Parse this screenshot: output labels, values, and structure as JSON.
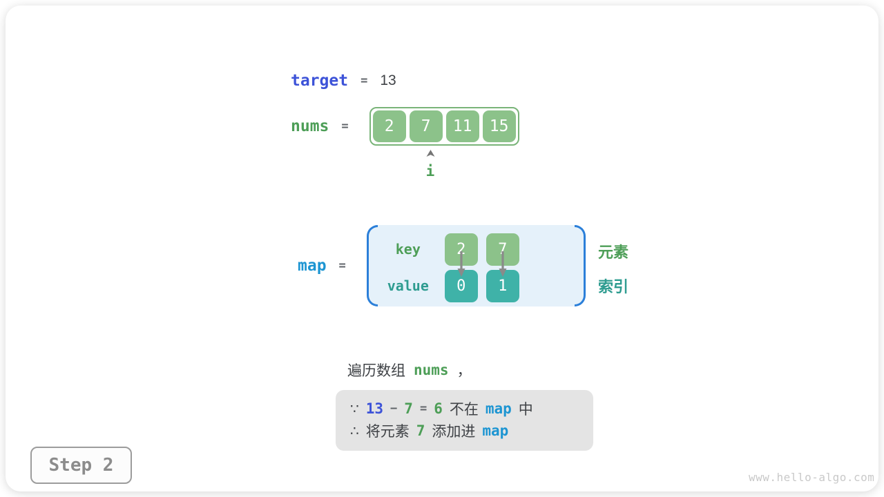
{
  "colors": {
    "ink": "#3f4246",
    "muted": "#5f6368",
    "keyword_blue": "#3d53d8",
    "code_blue": "#1d95d2",
    "code_green": "#4d9e57",
    "code_teal": "#2e9c90",
    "box_green": "#8cc28a",
    "box_green_border": "#79b478",
    "box_teal": "#3fb2a8",
    "map_bg": "#e5f1fa",
    "bracket_blue": "#2b7fd9",
    "note_bg": "#e4e4e4",
    "arrow_gray": "#8a8a8a",
    "caret_gray": "#757575",
    "step_gray": "#8c8c8c",
    "step_border": "#9c9c9c",
    "watermark_gray": "#c9c9c9"
  },
  "target": {
    "label": "target",
    "equals": "=",
    "value": "13"
  },
  "nums": {
    "label": "nums",
    "equals": "=",
    "items": [
      "2",
      "7",
      "11",
      "15"
    ],
    "pointer_label": "i"
  },
  "map": {
    "label": "map",
    "equals": "=",
    "key_label": "key",
    "value_label": "value",
    "entries": [
      {
        "key": "2",
        "value": "0"
      },
      {
        "key": "7",
        "value": "1"
      }
    ],
    "element_label": "元素",
    "index_label": "索引"
  },
  "caption": {
    "text_before": "遍历数组",
    "code": "nums",
    "text_after": "，"
  },
  "note": {
    "line1": {
      "because": "∵",
      "n1": "13",
      "minus": "−",
      "n2": "7",
      "eq": "=",
      "n3": "6",
      "t1": "不在",
      "code": "map",
      "t2": "中"
    },
    "line2": {
      "therefore": "∴",
      "t1": "将元素",
      "n1": "7",
      "t2": "添加进",
      "code": "map"
    }
  },
  "footer": {
    "step_label": "Step 2",
    "watermark": "www.hello-algo.com"
  }
}
